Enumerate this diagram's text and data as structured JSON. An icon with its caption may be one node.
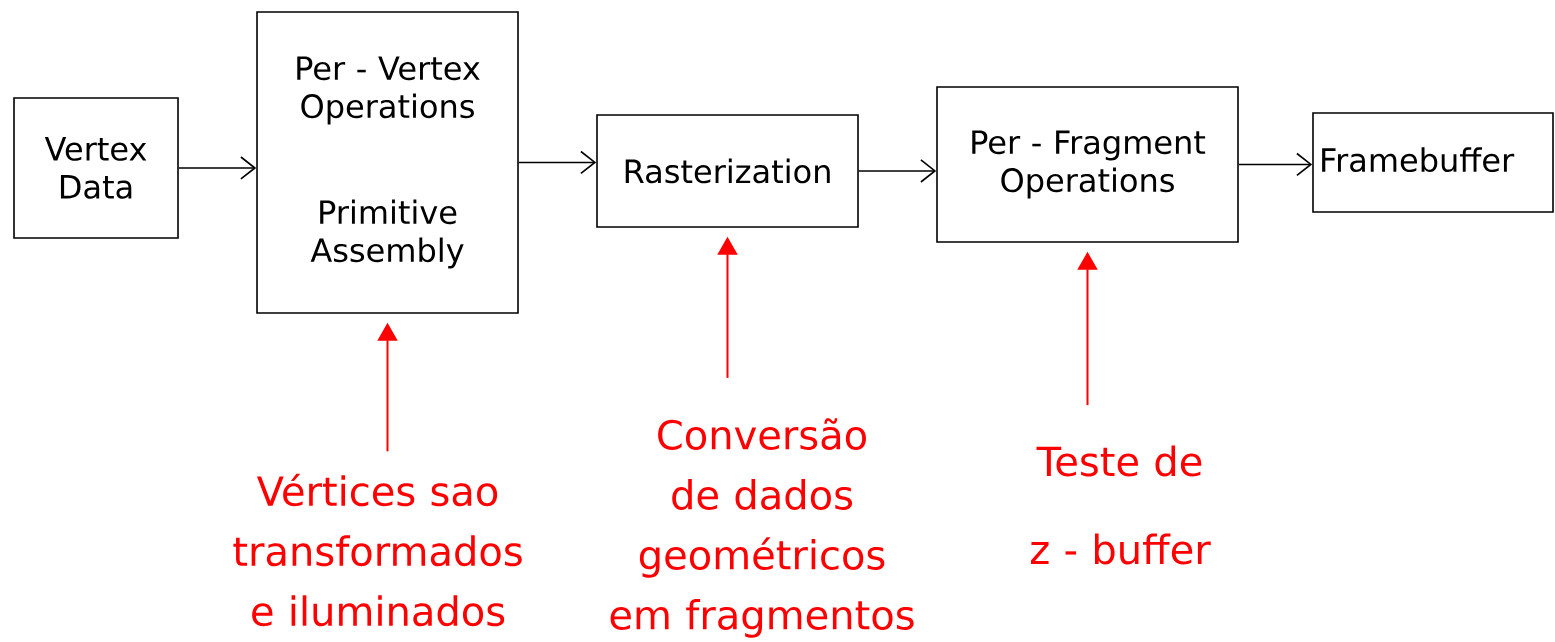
{
  "diagram": {
    "nodes": [
      {
        "text": [
          "Vertex Data"
        ]
      },
      {
        "text": [
          "Per - Vertex Operations",
          "Primitive Assembly"
        ]
      },
      {
        "text": [
          "Rasterization"
        ]
      },
      {
        "text": [
          "Per - Fragment Operations"
        ]
      },
      {
        "text": [
          "Framebuffer"
        ]
      },
      {
        "text": [
          "Vértices sao transformados e iluminados"
        ]
      },
      {
        "text": [
          "Conversão de dados geométricos em fragmentos"
        ]
      },
      {
        "text": [
          "Teste de",
          "z - buffer"
        ]
      }
    ],
    "edges": [
      {
        "from": 0,
        "to": 1,
        "arrow": "to"
      },
      {
        "from": 1,
        "to": 2,
        "arrow": "to"
      },
      {
        "from": 2,
        "to": 3,
        "arrow": "to"
      },
      {
        "from": 3,
        "to": 4,
        "arrow": "to"
      },
      {
        "from": 5,
        "to": 1,
        "arrow": "to",
        "color": "#ff0000"
      },
      {
        "from": 6,
        "to": 2,
        "arrow": "to",
        "color": "#ff0000"
      },
      {
        "from": 7,
        "to": 3,
        "arrow": "to",
        "color": "#ff0000"
      }
    ]
  }
}
